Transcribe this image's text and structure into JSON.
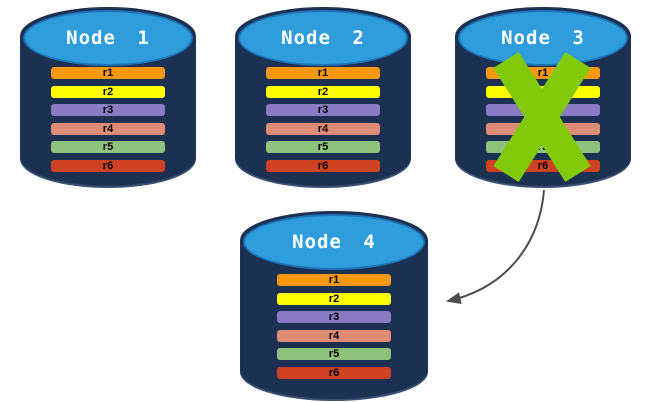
{
  "colors": {
    "background": "#FFFFFF",
    "cylinder_body": "#1C3052",
    "cylinder_top_fill": "#2F9DDB",
    "cylinder_top_stroke": "#1D72B8",
    "title_text": "#FFFFFF",
    "row_text": "#000000"
  },
  "nodes": [
    {
      "title": "Node 1",
      "failed": false,
      "rows": [
        {
          "label": "r1",
          "color": "#F8990D"
        },
        {
          "label": "r2",
          "color": "#FFFF00"
        },
        {
          "label": "r3",
          "color": "#8A7BC4"
        },
        {
          "label": "r4",
          "color": "#DF8C76"
        },
        {
          "label": "r5",
          "color": "#8FC37D"
        },
        {
          "label": "r6",
          "color": "#CE4123"
        }
      ]
    },
    {
      "title": "Node 2",
      "failed": false,
      "rows": [
        {
          "label": "r1",
          "color": "#F8990D"
        },
        {
          "label": "r2",
          "color": "#FFFF00"
        },
        {
          "label": "r3",
          "color": "#8A7BC4"
        },
        {
          "label": "r4",
          "color": "#DF8C76"
        },
        {
          "label": "r5",
          "color": "#8FC37D"
        },
        {
          "label": "r6",
          "color": "#CE4123"
        }
      ]
    },
    {
      "title": "Node 3",
      "failed": true,
      "rows": [
        {
          "label": "r1",
          "color": "#F8990D"
        },
        {
          "label": "r2",
          "color": "#FFFF00"
        },
        {
          "label": "r3",
          "color": "#8A7BC4"
        },
        {
          "label": "r4",
          "color": "#DF8C76"
        },
        {
          "label": "r5",
          "color": "#8FC37D"
        },
        {
          "label": "r6",
          "color": "#CE4123"
        }
      ]
    },
    {
      "title": "Node 4",
      "failed": false,
      "rows": [
        {
          "label": "r1",
          "color": "#F8990D"
        },
        {
          "label": "r2",
          "color": "#FFFF00"
        },
        {
          "label": "r3",
          "color": "#8A7BC4"
        },
        {
          "label": "r4",
          "color": "#DF8C76"
        },
        {
          "label": "r5",
          "color": "#8FC37D"
        },
        {
          "label": "r6",
          "color": "#CE4123"
        }
      ]
    }
  ],
  "failure_mark": {
    "on_node": "Node 3",
    "shape": "x-cross",
    "color": "#82C80B"
  },
  "arrow": {
    "from": "Node 3",
    "to": "Node 4",
    "color": "#4D4D4D"
  }
}
